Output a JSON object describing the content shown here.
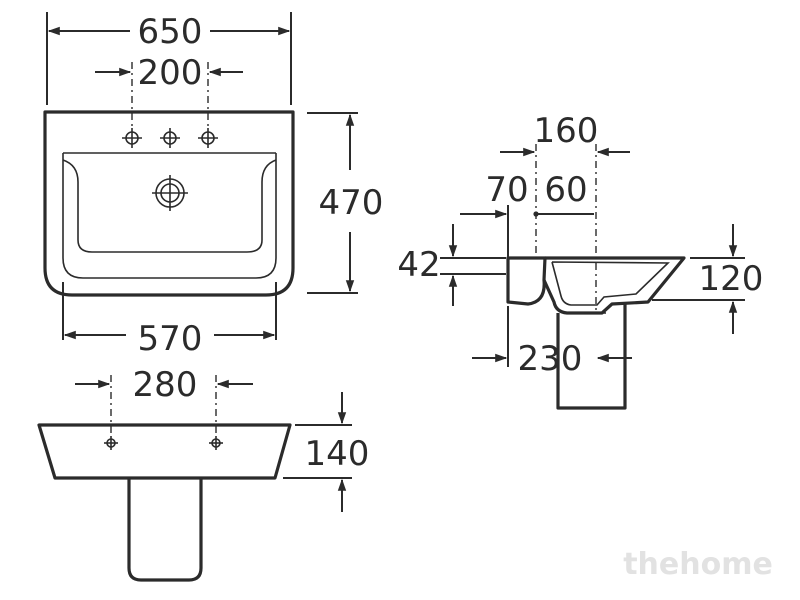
{
  "dimensions": {
    "top_width": "650",
    "tap_spacing": "200",
    "depth": "470",
    "inner_width": "570",
    "front_tap_spacing": "280",
    "front_height": "140",
    "side_span": "160",
    "side_offset_a": "70",
    "side_offset_b": "60",
    "side_wall": "42",
    "side_height": "120",
    "side_pedestal": "230"
  },
  "watermark": "thehome",
  "colors": {
    "line": "#2b2b2b",
    "watermark": "#e2e2e2",
    "background": "#ffffff"
  }
}
